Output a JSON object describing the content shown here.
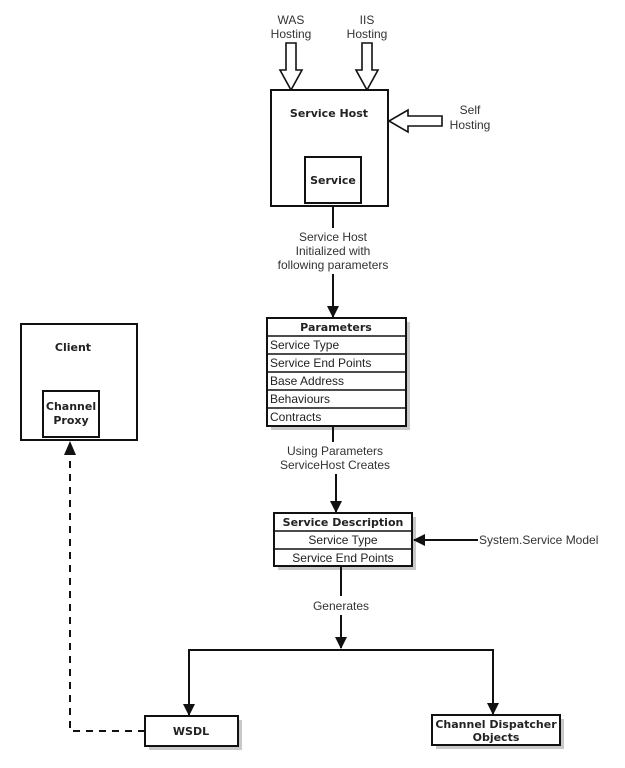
{
  "diagram": {
    "hosting": {
      "was_line1": "WAS",
      "was_line2": "Hosting",
      "iis_line1": "IIS",
      "iis_line2": "Hosting",
      "self_line1": "Self",
      "self_line2": "Hosting"
    },
    "service_host": {
      "title": "Service Host",
      "inner": "Service"
    },
    "edge_init": {
      "line1": "Service Host",
      "line2": "Initialized with",
      "line3": "following parameters"
    },
    "parameters": {
      "header": "Parameters",
      "rows": [
        "Service Type",
        "Service End Points",
        "Base Address",
        "Behaviours",
        "Contracts"
      ]
    },
    "edge_create": {
      "line1": "Using Parameters",
      "line2": "ServiceHost Creates"
    },
    "service_description": {
      "header": "Service Description",
      "rows": [
        "Service Type",
        "Service End Points"
      ]
    },
    "system_service_model": "System.Service Model",
    "edge_generates": "Generates",
    "client": {
      "title": "Client",
      "inner_line1": "Channel",
      "inner_line2": "Proxy"
    },
    "wsdl": "WSDL",
    "channel_dispatcher": {
      "line1": "Channel Dispatcher",
      "line2": "Objects"
    },
    "colors": {
      "stroke": "#111111",
      "shadow": "#c8c8c8",
      "text": "#333333"
    }
  }
}
